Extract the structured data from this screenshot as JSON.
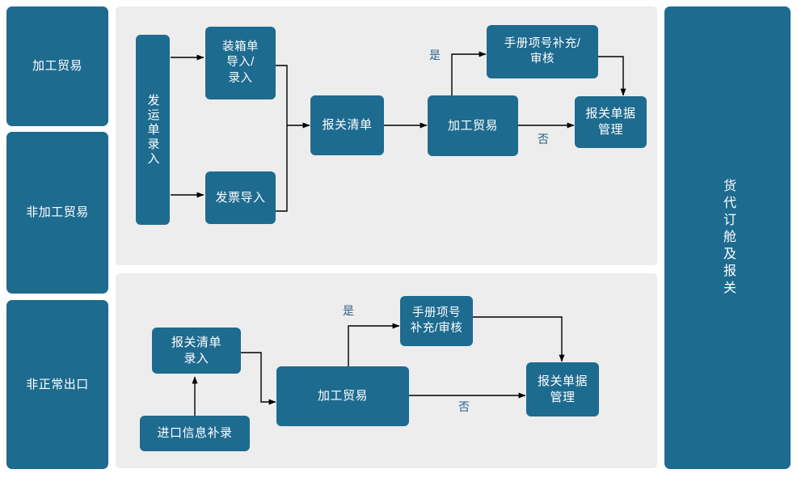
{
  "colors": {
    "node_blue": "#1e6b90",
    "panel_gray": "#ededed",
    "page_bg": "#ffffff",
    "wire_black": "#000000",
    "edge_label_blue": "#2c5f86",
    "node_text": "#ffffff"
  },
  "categories": [
    {
      "label": "加工贸易"
    },
    {
      "label": "非加工贸易"
    },
    {
      "label": "非正常出口"
    }
  ],
  "banner": {
    "label": "货代订舱及报关"
  },
  "flows": [
    {
      "name": "top-flow",
      "nodes": [
        {
          "id": "shipment-entry",
          "label": "发运单录入"
        },
        {
          "id": "packing-import",
          "label": "装箱单\n导入/\n录入"
        },
        {
          "id": "invoice-import",
          "label": "发票导入"
        },
        {
          "id": "customs-list",
          "label": "报关清单"
        },
        {
          "id": "processing-trade",
          "label": "加工贸易"
        },
        {
          "id": "manual-item",
          "label": "手册项号补充/\n审核"
        },
        {
          "id": "customs-doc-mgmt",
          "label": "报关单据\n管理"
        }
      ],
      "edge_labels": [
        {
          "id": "yes",
          "label": "是"
        },
        {
          "id": "no",
          "label": "否"
        }
      ]
    },
    {
      "name": "bottom-flow",
      "nodes": [
        {
          "id": "customs-list-entry",
          "label": "报关清单\n录入"
        },
        {
          "id": "import-info-supp",
          "label": "进口信息补录"
        },
        {
          "id": "processing-trade-2",
          "label": "加工贸易"
        },
        {
          "id": "manual-item-2",
          "label": "手册项号\n补充/审核"
        },
        {
          "id": "customs-doc-mgmt-2",
          "label": "报关单据\n管理"
        }
      ],
      "edge_labels": [
        {
          "id": "yes",
          "label": "是"
        },
        {
          "id": "no",
          "label": "否"
        }
      ]
    }
  ]
}
